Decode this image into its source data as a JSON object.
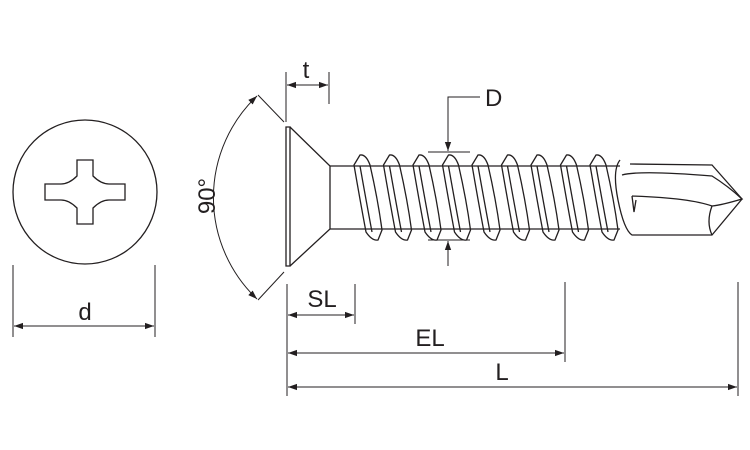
{
  "diagram": {
    "title": "Countersunk self-drilling screw dimensions",
    "labels": {
      "head_diameter": "d",
      "head_thickness": "t",
      "thread_diameter": "D",
      "head_angle": "90°",
      "shank_length": "SL",
      "effective_length": "EL",
      "total_length": "L"
    },
    "line_color": "#231f20",
    "thread_count": 9
  }
}
